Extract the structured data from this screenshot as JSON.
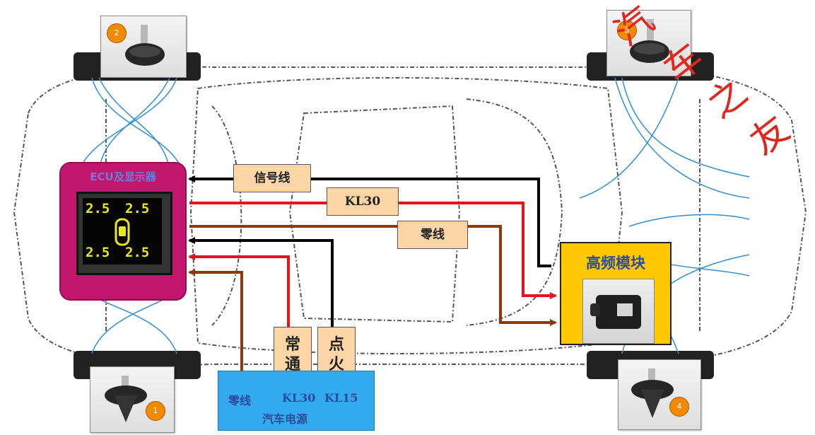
{
  "ecu": {
    "title": "ECU及显示器",
    "pressure_tl": "2.5",
    "pressure_tr": "2.5",
    "pressure_bl": "2.5",
    "pressure_br": "2.5"
  },
  "labels": {
    "signal_line": "信号线",
    "kl30": "KL30",
    "neutral_line": "零线",
    "constant_char1": "常",
    "constant_char2": "通",
    "ignition_char1": "点",
    "ignition_char2": "火"
  },
  "power": {
    "neutral": "零线",
    "kl30": "KL30",
    "kl15": "KL15",
    "title": "汽车电源"
  },
  "hf_module": {
    "title": "高频模块"
  },
  "sensors": {
    "s1": "1",
    "s2": "2",
    "s3": "3",
    "s4": "4"
  },
  "watermark": {
    "char1": "汽",
    "char2": "车",
    "char3": "之",
    "char4": "友"
  },
  "colors": {
    "signal": "#000000",
    "power_kl30": "#e4141b",
    "neutral": "#8b3a0e",
    "ecu": "#c3176e",
    "hf_module": "#ffc800",
    "power_box": "#33aaf0",
    "label": "#fdd5a6"
  }
}
